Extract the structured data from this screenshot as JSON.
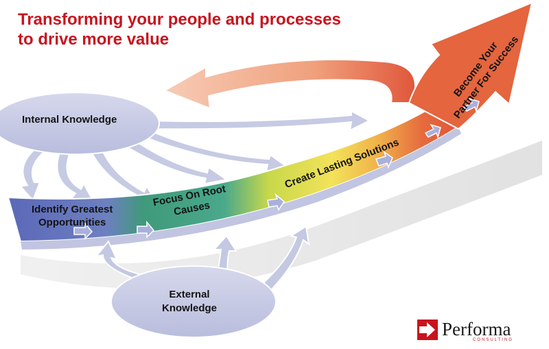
{
  "title": {
    "line1": "Transforming your people and processes",
    "line2": "to drive more value"
  },
  "sources": {
    "internal": "Internal Knowledge",
    "external_line1": "External",
    "external_line2": "Knowledge"
  },
  "stages": [
    {
      "line1": "Identify Greatest",
      "line2": "Opportunities"
    },
    {
      "line1": "Focus On Root",
      "line2": "Causes"
    },
    {
      "line1": "Create Lasting Solutions"
    },
    {
      "line1": "Become Your",
      "line2": "Partner For Success"
    }
  ],
  "logo": {
    "name": "Performa",
    "tagline": "CONSULTING",
    "icon": "performa-logo-icon"
  },
  "colors": {
    "title": "#c8141e",
    "stage_blue": "#5f6fbe",
    "stage_green": "#3f9a7a",
    "stage_yellow": "#f1df4a",
    "stage_red": "#e0573a",
    "knowledge_bubble": "#c4c8e2",
    "logo_red": "#c8141e"
  }
}
